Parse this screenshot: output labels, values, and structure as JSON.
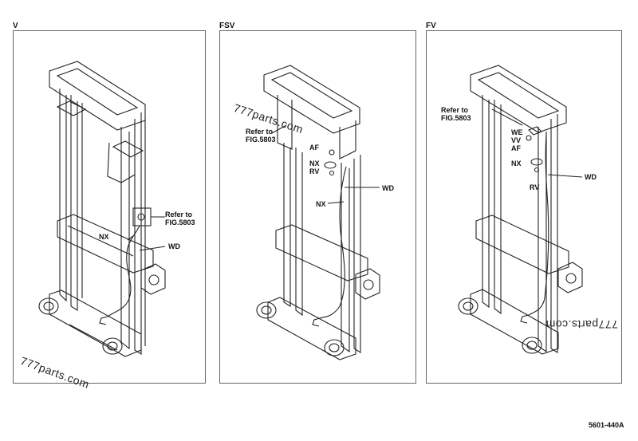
{
  "panels": [
    {
      "label": "V",
      "callouts": {
        "refer": "Refer to\nFIG.5803",
        "nx": "NX",
        "wd": "WD"
      }
    },
    {
      "label": "FSV",
      "callouts": {
        "refer": "Refer to\nFIG.5803",
        "af": "AF",
        "nx": "NX",
        "rv": "RV",
        "wd": "WD",
        "nx2": "NX"
      }
    },
    {
      "label": "FV",
      "callouts": {
        "refer": "Refer to\nFIG.5803",
        "we": "WE",
        "vv": "VV",
        "af": "AF",
        "nx": "NX",
        "rv": "RV",
        "wd": "WD"
      }
    }
  ],
  "watermarks": [
    "777parts.com",
    "777parts.com",
    "777parts.com"
  ],
  "figure_number": "5601-440A"
}
